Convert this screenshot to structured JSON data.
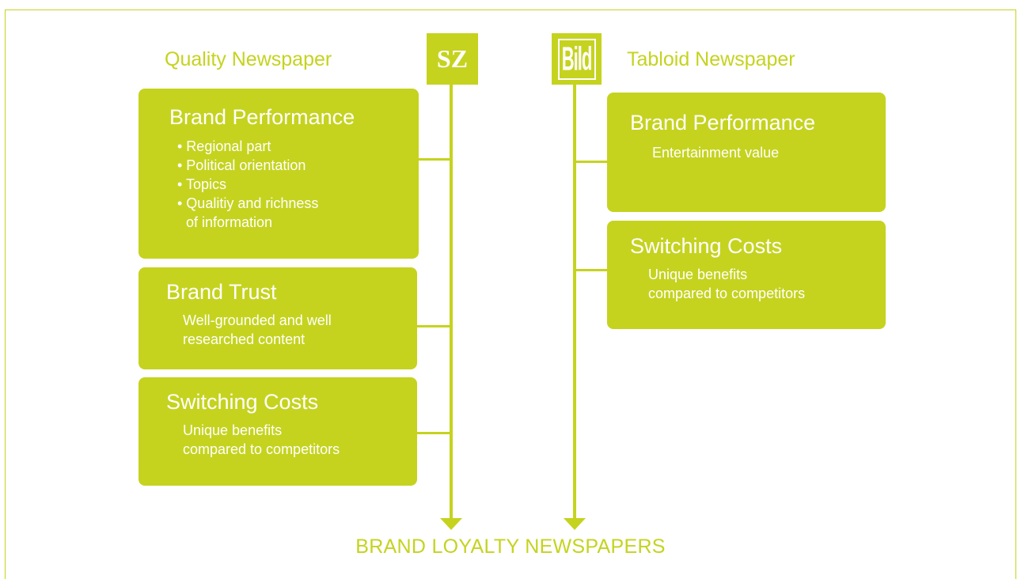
{
  "colors": {
    "accent": "#c5d31f",
    "text_on_box": "#ffffff",
    "background": "#ffffff"
  },
  "left": {
    "heading": "Quality Newspaper",
    "logo_text": "SZ",
    "boxes": [
      {
        "title": "Brand Performance",
        "bullets": [
          "• Regional part",
          "• Political orientation",
          "• Topics",
          "• Qualitiy and richness",
          "of information"
        ]
      },
      {
        "title": "Brand Trust",
        "lines": [
          "Well-grounded and well",
          "researched content"
        ]
      },
      {
        "title": "Switching Costs",
        "lines": [
          "Unique benefits",
          "compared to competitors"
        ]
      }
    ]
  },
  "right": {
    "heading": "Tabloid Newspaper",
    "logo_text": "Bild",
    "boxes": [
      {
        "title": "Brand Performance",
        "lines": [
          "Entertainment value"
        ]
      },
      {
        "title": "Switching Costs",
        "lines": [
          "Unique benefits",
          "compared to competitors"
        ]
      }
    ]
  },
  "footer": "BRAND LOYALTY NEWSPAPERS"
}
